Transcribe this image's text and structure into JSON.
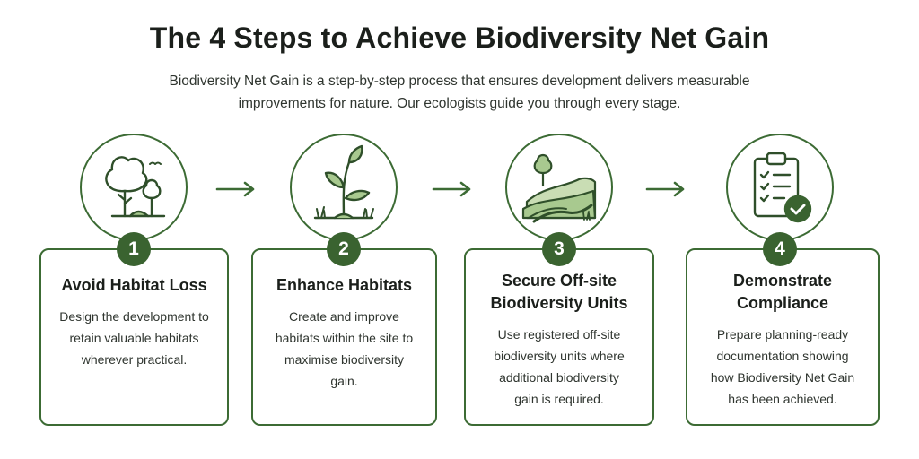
{
  "title": "The 4 Steps to Achieve Biodiversity Net Gain",
  "subtitle": "Biodiversity Net Gain is a step-by-step process that ensures development delivers measurable improvements for nature. Our ecologists guide you through every stage.",
  "colors": {
    "primary_green": "#3c6b34",
    "badge_green": "#3a6330",
    "light_green": "#a8c98f",
    "text_dark": "#1b1f1b"
  },
  "steps": [
    {
      "number": "1",
      "icon": "trees-icon",
      "title": "Avoid Habitat Loss",
      "text": "Design the development to retain valuable habitats wherever practical."
    },
    {
      "number": "2",
      "icon": "sprout-icon",
      "title": "Enhance Habitats",
      "text": "Create and improve habitats within the site to maximise biodiversity gain."
    },
    {
      "number": "3",
      "icon": "landscape-icon",
      "title": "Secure Off-site Biodiversity Units",
      "text": "Use registered off-site biodiversity units where additional biodiversity gain is required."
    },
    {
      "number": "4",
      "icon": "clipboard-check-icon",
      "title": "Demonstrate Compliance",
      "text": "Prepare planning-ready documentation showing how Biodiversity Net Gain has been achieved."
    }
  ]
}
